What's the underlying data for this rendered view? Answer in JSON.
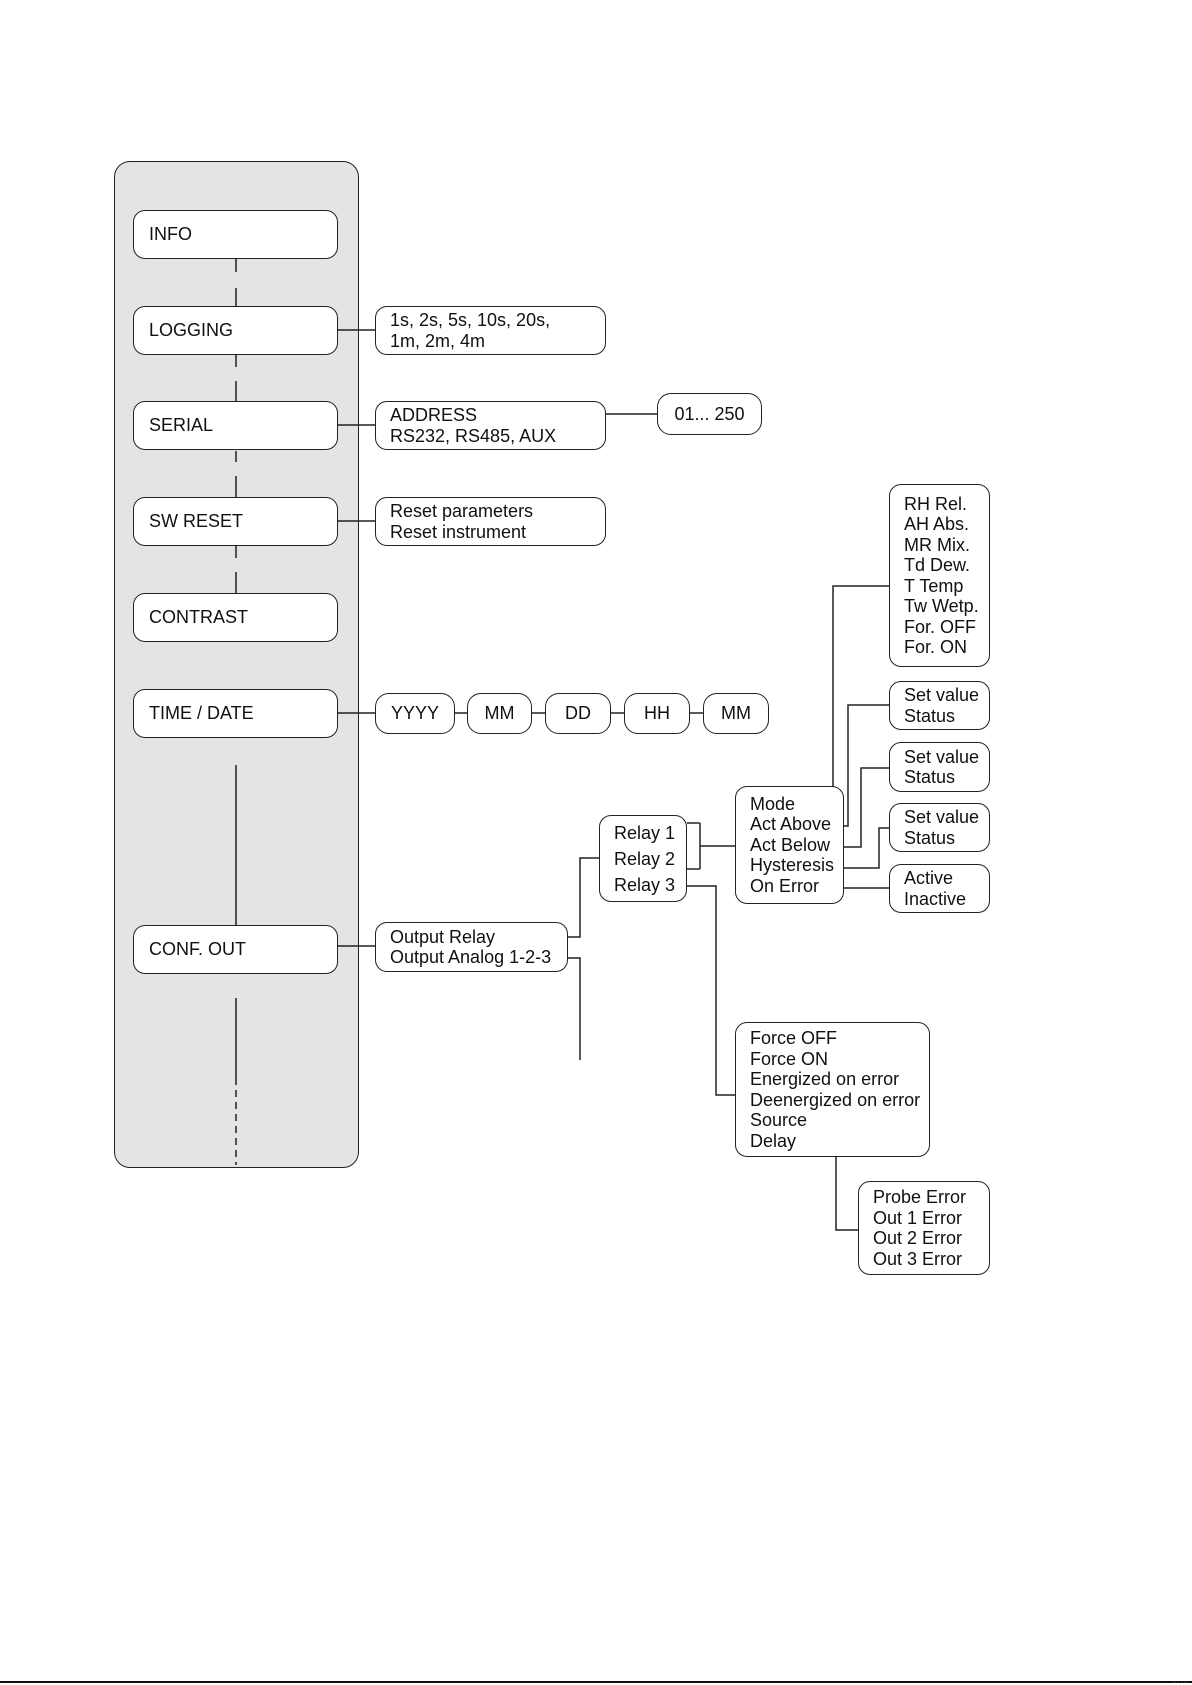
{
  "menu": {
    "items": [
      {
        "key": "info",
        "label": "INFO"
      },
      {
        "key": "logging",
        "label": "LOGGING"
      },
      {
        "key": "serial",
        "label": "SERIAL"
      },
      {
        "key": "sw-reset",
        "label": "SW RESET"
      },
      {
        "key": "contrast",
        "label": "CONTRAST"
      },
      {
        "key": "time-date",
        "label": "TIME / DATE"
      },
      {
        "key": "conf-out",
        "label": "CONF. OUT"
      }
    ]
  },
  "logging_options": {
    "line1": "1s, 2s, 5s, 10s, 20s,",
    "line2": "1m, 2m, 4m"
  },
  "serial_options": {
    "address": "ADDRESS",
    "ports": "RS232, RS485, AUX",
    "address_range": "01... 250"
  },
  "reset_options": {
    "parameters": "Reset parameters",
    "instrument": "Reset instrument"
  },
  "time_date_fields": [
    "YYYY",
    "MM",
    "DD",
    "HH",
    "MM"
  ],
  "conf_out": {
    "output_relay": "Output Relay",
    "output_analog": "Output Analog 1-2-3"
  },
  "relays": [
    "Relay 1",
    "Relay 2",
    "Relay 3"
  ],
  "relay_settings": [
    "Mode",
    "Act Above",
    "Act Below",
    "Hysteresis",
    "On Error"
  ],
  "mode_options": [
    "RH Rel.",
    "AH Abs.",
    "MR Mix.",
    "Td Dew.",
    "T Temp",
    "Tw Wetp.",
    "For. OFF",
    "For. ON"
  ],
  "act_above_options": [
    "Set value",
    "Status"
  ],
  "act_below_options": [
    "Set value",
    "Status"
  ],
  "hysteresis_options": [
    "Set value",
    "Status"
  ],
  "on_error_options": [
    "Active",
    "Inactive"
  ],
  "relay3_options": [
    "Force OFF",
    "Force ON",
    "Energized on error",
    "Deenergized on error",
    "Source",
    "Delay"
  ],
  "source_options": [
    "Probe Error",
    "Out 1 Error",
    "Out 2 Error",
    "Out 3 Error"
  ],
  "footer": {
    "text": "... ..."
  }
}
